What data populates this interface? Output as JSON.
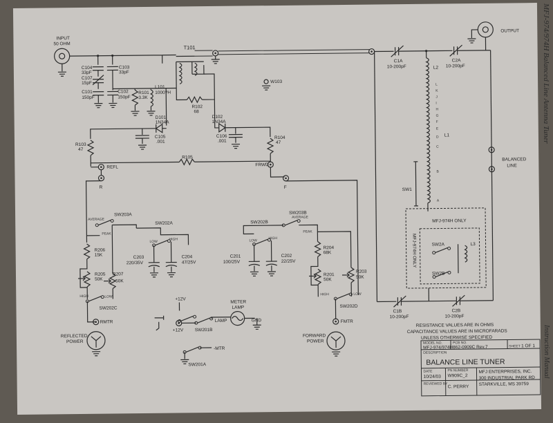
{
  "side_header": "MFJ-974/974H Balanced Line Antenna Tuner",
  "side_footer": "Instruction Manual",
  "labels": {
    "input": "INPUT",
    "input_imp": "50 OHM",
    "output": "OUTPUT",
    "t101": "T101",
    "c104": "C104",
    "c104v": "33pF",
    "c103": "C103",
    "c103v": "33pF",
    "c107": "C107",
    "c107v": "15pF",
    "c101": "C101",
    "c101v": "150pF",
    "c102": "C102",
    "c102v": "150pF",
    "r101": "R101",
    "r101v": "3.3K",
    "l101": "L101",
    "l101v": "1000?H",
    "w103": "W103",
    "r102": "R102",
    "r102v": "68",
    "d101": "D101",
    "d101v": "1N34A",
    "d102": "D102",
    "d102v": "1N34A",
    "c105": "C105",
    "c105v": ".001",
    "c106": "C106",
    "c106v": ".001",
    "r103": "R103",
    "r103v": "47",
    "r104": "R104",
    "r104v": "47",
    "r105": "R105",
    "refl": "REFL",
    "r": "R",
    "frwd": "FRWD",
    "f": "F",
    "c1a": "C1A",
    "c1av": "10-200pF",
    "c2a": "C2A",
    "c2av": "10-200pF",
    "l2": "L2",
    "l1": "L1",
    "taps": [
      "L",
      "K",
      "J",
      "I",
      "H",
      "G",
      "F",
      "E",
      "D",
      "C",
      "B",
      "A"
    ],
    "balanced": "BALANCED",
    "line": "LINE",
    "sw1": "SW1",
    "sw203a": "SW203A",
    "sw202a": "SW202A",
    "sw202b": "SW202B",
    "sw203b": "SW203B",
    "average": "AVERAGE",
    "peak": "PEAK",
    "low": "LOW",
    "high": "HIGH",
    "c203": "C203",
    "c203v": "220/35V",
    "c204": "C204",
    "c204v": "47/25V",
    "c201": "C201",
    "c201v": "100/25V",
    "c202": "C202",
    "c202v": "22/25V",
    "r206": "R206",
    "r206v": "15K",
    "r205": "R205",
    "r205v": "50K",
    "r207": "R207",
    "r207v": "50K",
    "r204": "R204",
    "r204v": "68K",
    "r201": "R201",
    "r201v": "50K",
    "r203": "R203",
    "r203v": "50K",
    "sw202c": "SW202C",
    "sw202d": "SW202D",
    "rmtr": "RMTR",
    "fmtr": "FMTR",
    "reflected": "REFLECTED",
    "rpower": "POWER",
    "forward": "FORWARD",
    "fpower": "POWER",
    "p12v": "+12V",
    "lamp": "LAMP",
    "gnd": "GND",
    "meter": "METER",
    "meterlamp": "LAMP",
    "sw201b": "SW201B",
    "sw201a": "SW201A",
    "mtr": "-MTR",
    "mfj_only": "MFJ-974H ONLY",
    "mfj_only_v": "MFJ-974H ONLY",
    "sw2a": "SW2A",
    "sw2b": "SW2B",
    "l3": "L3",
    "c1b": "C1B",
    "c1bv": "10-200pF",
    "c2b": "C2B",
    "c2bv": "10-200pF",
    "note1": "RESISTANCE VALUES ARE IN OHMS",
    "note2": "CAPACITANCE VALUES ARE IN MICROFARADS",
    "note3": "UNLESS OTHERWISE SPECIFIED"
  },
  "title_block": {
    "model_label": "MODEL NO.",
    "model": "MFJ-974/974H",
    "pcb_label": "PCB NO.",
    "pcb": "862-0909C Rev.7",
    "sheet_label": "SHEET",
    "sheet": "1 OF 1",
    "desc_label": "DESCRIPTION",
    "title": "BALANCE LINE TUNER",
    "date_label": "DATE",
    "date": "10/24/03",
    "pn_label": "PN NUMBER",
    "pn": "W909C_2",
    "rev_label": "REVIEWED BY",
    "by": "C. PERRY",
    "company": "MFJ ENTERPRISES, INC.",
    "address1": "300 INDUSTRIAL PARK RD",
    "address2": "STARKVILLE, MS 39759"
  }
}
